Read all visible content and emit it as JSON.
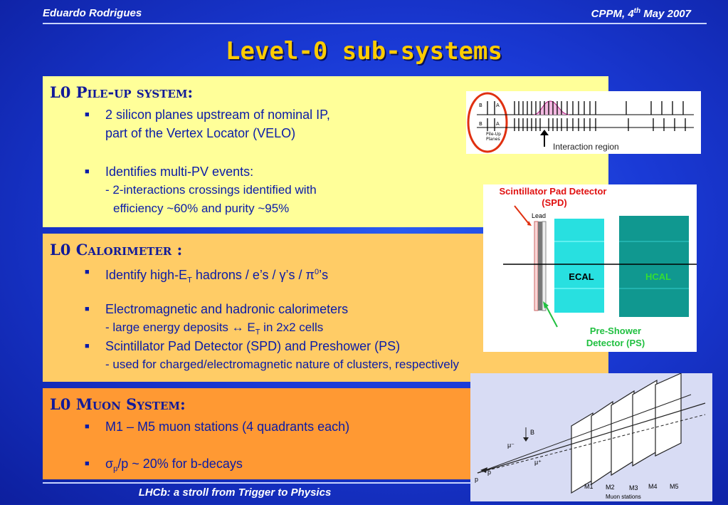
{
  "header": {
    "author": "Eduardo Rodrigues",
    "date_prefix": "CPPM, 4",
    "date_sup": "th",
    "date_suffix": " May 2007"
  },
  "title": "Level-0 sub-systems",
  "pileup": {
    "heading": "L0 Pile-up system:",
    "b1": "2 silicon planes upstream of nominal IP,",
    "b1b": "part of the Vertex Locator (VELO)",
    "b2": "Identifies multi-PV events:",
    "s1": "- 2-interactions crossings identified with",
    "s2": "efficiency ~60% and purity ~95%"
  },
  "calo": {
    "heading": "L0 Calorimeter :",
    "b1a": "Identify high-E",
    "b1sub": "T",
    "b1b": " hadrons / e’s / γ’s / π",
    "b1sup": "0",
    "b1c": "’s",
    "b2": "Electromagnetic and hadronic calorimeters",
    "s1a": "- large energy deposits  ↔ E",
    "s1sub": "T",
    "s1b": " in 2x2 cells",
    "b3": "Scintillator Pad Detector (SPD) and Preshower (PS)",
    "s2": "- used for charged/electromagnetic nature of clusters, respectively"
  },
  "muon": {
    "heading": "L0 Muon System:",
    "b1": "M1 – M5 muon stations (4 quadrants each)",
    "b2a": "σ",
    "b2sub": "p",
    "b2b": "/p ~ 20% for b-decays"
  },
  "fig_pileup": {
    "caption": "Interaction region",
    "labA": "A",
    "labB": "B",
    "labPU": "Pile-Up",
    "labPU2": "Planes"
  },
  "fig_calo": {
    "spd": "Scintillator Pad Detector",
    "spd2": "(SPD)",
    "lead": "Lead",
    "ecal": "ECAL",
    "hcal": "HCAL",
    "ps": "Pre-Shower",
    "ps2": "Detector (PS)"
  },
  "fig_muon": {
    "stations": [
      "M1",
      "M2",
      "M3",
      "M4",
      "M5"
    ],
    "caption": "Muon stations",
    "B": "B",
    "mum": "μ⁻",
    "mup": "μ⁺",
    "p1": "p",
    "p2": "p"
  },
  "footer": "LHCb: a stroll from Trigger to Physics"
}
